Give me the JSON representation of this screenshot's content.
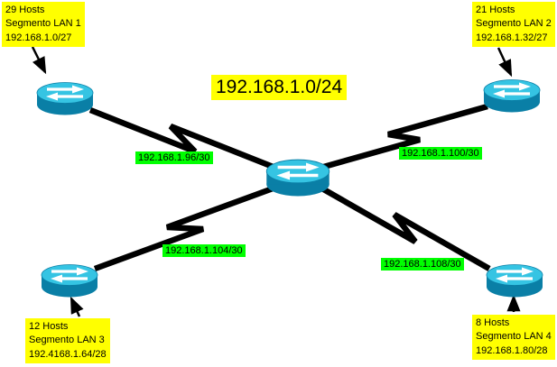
{
  "title": "192.168.1.0/24",
  "lans": [
    {
      "hosts": "29 Hosts",
      "name": "Segmento LAN 1",
      "subnet": "192.168.1.0/27"
    },
    {
      "hosts": "21 Hosts",
      "name": "Segmento LAN 2",
      "subnet": "192.168.1.32/27"
    },
    {
      "hosts": "12 Hosts",
      "name": "Segmento LAN 3",
      "subnet": "192.4168.1.64/28"
    },
    {
      "hosts": "8 Hosts",
      "name": "Segmento LAN 4",
      "subnet": "192.168.1.80/28"
    }
  ],
  "links": [
    {
      "label": "192.168.1.96/30"
    },
    {
      "label": "192.168.1.100/30"
    },
    {
      "label": "192.168.1.104/30"
    },
    {
      "label": "192.168.1.108/30"
    }
  ],
  "colors": {
    "lan_label_bg": "#ffff00",
    "link_label_bg": "#00ff00",
    "router_top": "#35c4e3",
    "router_body": "#0a7fa6",
    "link_line": "#000000"
  }
}
